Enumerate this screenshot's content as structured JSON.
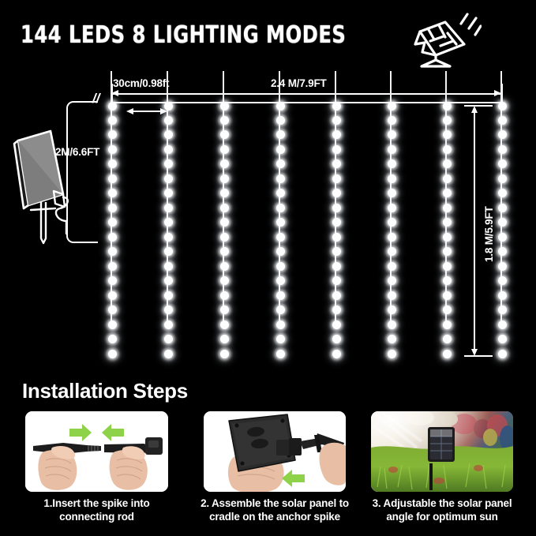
{
  "header": {
    "title": "144 LEDS 8 LIGHTING MODES",
    "corner_icon": "solar-panel-sun-icon"
  },
  "diagram": {
    "name": "led-curtain-dimension-diagram",
    "strand_count": 8,
    "leds_per_strand": 18,
    "total_leds": 144,
    "dimensions": {
      "spacing_label": "30cm/0.98ft",
      "width_label": "2.4 M/7.9FT",
      "height_label": "1.8 M/5.9FT",
      "cable_label": "2M/6.6FT"
    },
    "break_mark": "//",
    "solar_panel": {
      "name": "solar-panel-with-stake",
      "panel_fill": "#8c8c8c",
      "outline": "#ffffff"
    }
  },
  "installation": {
    "heading": "Installation Steps",
    "steps": [
      {
        "number": "1",
        "caption": "1.Insert the spike into\nconnecting rod",
        "caption_line1": "1.Insert the spike into",
        "caption_line2": "connecting rod",
        "image_name": "hands-joining-spike-and-rod",
        "arrow_color": "#8ed24a"
      },
      {
        "number": "2",
        "caption": "2. Assemble the solar panel to\ncradle on the anchor spike",
        "caption_line1": "2. Assemble the solar panel to",
        "caption_line2": "cradle on the anchor spike",
        "image_name": "hand-holding-solar-panel-onto-spike",
        "arrow_color": "#8ed24a"
      },
      {
        "number": "3",
        "caption": "3. Adjustable the solar panel\nangle for optimum sun",
        "caption_line1": "3. Adjustable the solar panel",
        "caption_line2": "angle for optimum sun",
        "image_name": "solar-panel-staked-in-grass-outdoors",
        "arrow_color": "none"
      }
    ]
  },
  "colors": {
    "background": "#000000",
    "line": "#ffffff",
    "led_glow": "#ffffff",
    "panel_gray": "#8c8c8c",
    "green_arrow": "#8ed24a",
    "card_bg": "#ffffff"
  }
}
